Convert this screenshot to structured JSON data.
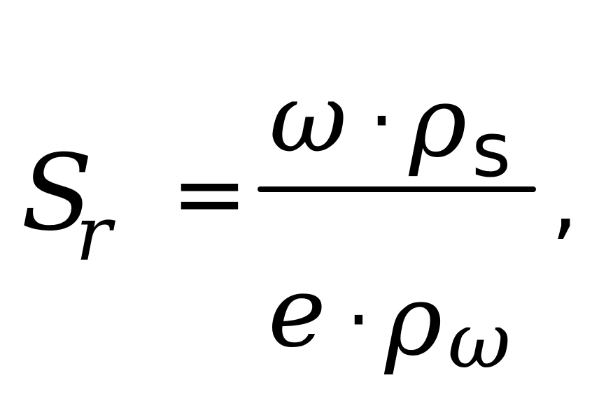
{
  "formula": {
    "lhs": {
      "base": "S",
      "subscript": "r"
    },
    "equals": "=",
    "numerator": {
      "term1": "ω",
      "operator": "·",
      "term2": "ρ",
      "term2_subscript": "s"
    },
    "denominator": {
      "term1": "e",
      "operator": "·",
      "term2": "ρ",
      "term2_subscript": "ω"
    },
    "trailing_punctuation": ","
  }
}
